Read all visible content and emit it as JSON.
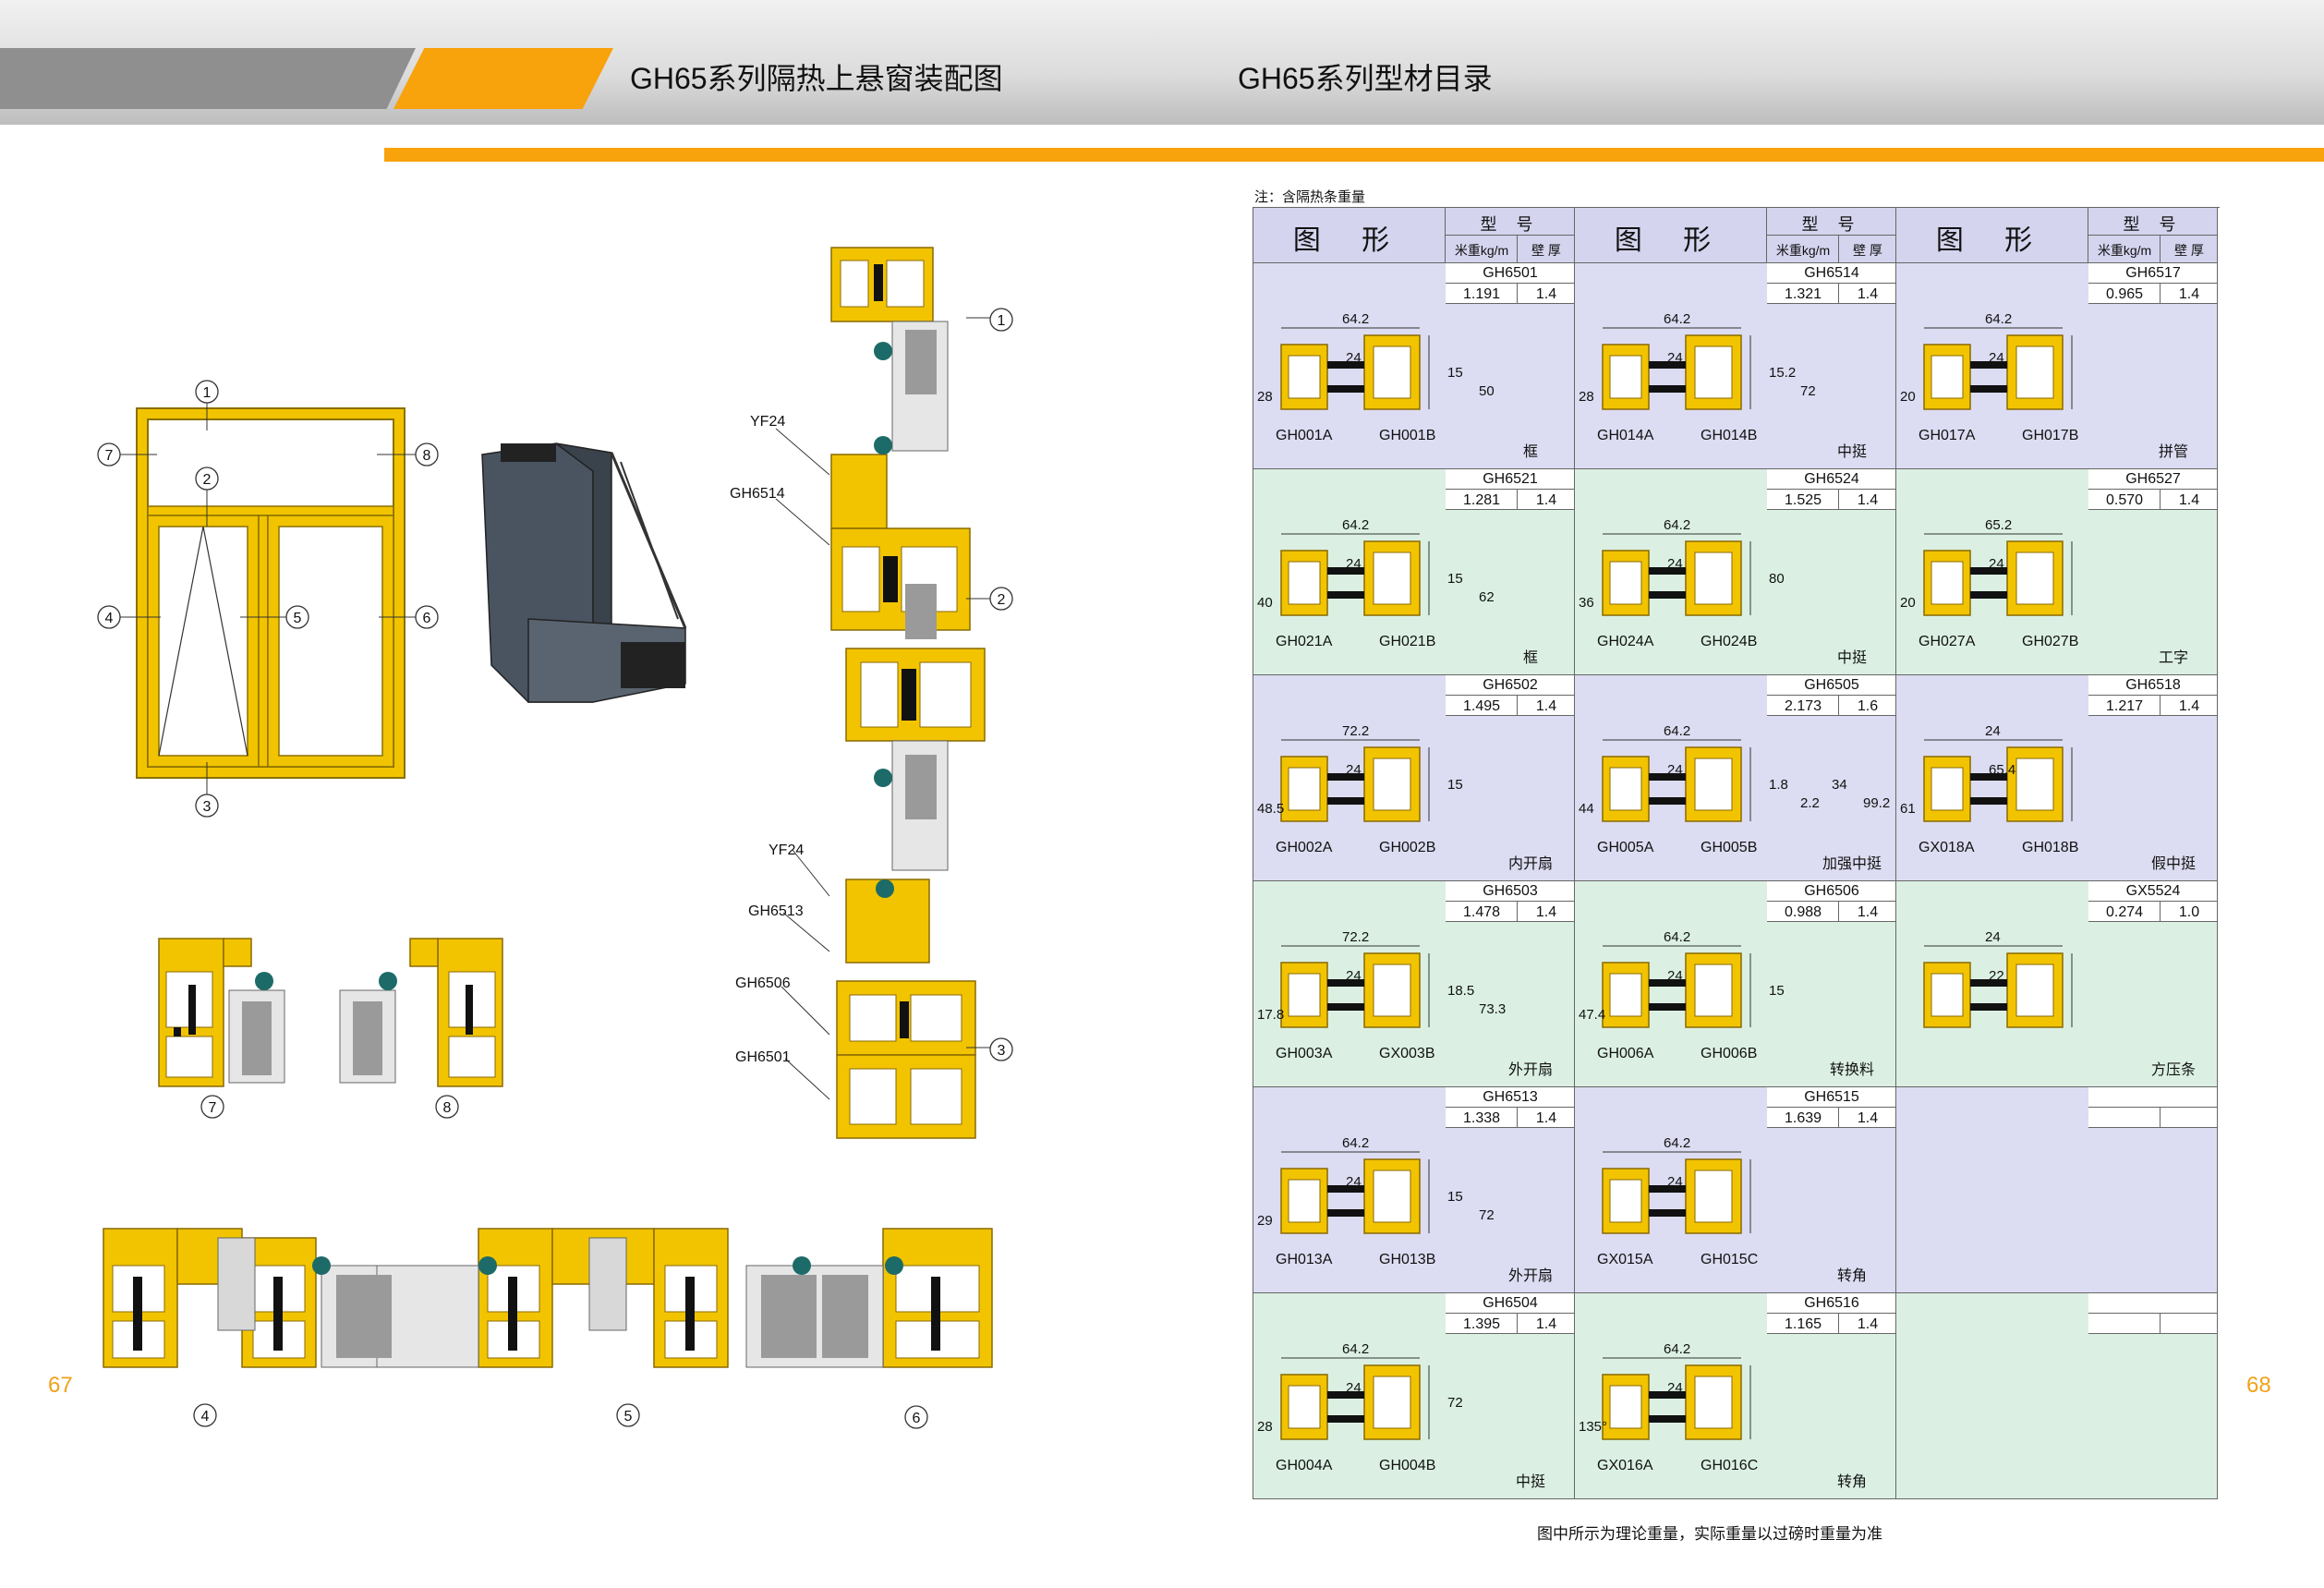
{
  "header": {
    "title_left": "GH65系列隔热上悬窗装配图",
    "title_right": "GH65系列型材目录"
  },
  "pages": {
    "left": "67",
    "right": "68"
  },
  "elevation": {
    "markers": [
      "1",
      "2",
      "3",
      "4",
      "5",
      "6",
      "7",
      "8"
    ]
  },
  "section_labels": {
    "yf24_top": "YF24",
    "gh6514": "GH6514",
    "yf24_mid": "YF24",
    "gh6513": "GH6513",
    "gh6506": "GH6506",
    "gh6501": "GH6501"
  },
  "catalog": {
    "note": "注：含隔热条重量",
    "col_header": {
      "figure": "图 形",
      "model": "型 号",
      "weight": "米重kg/m",
      "wall": "壁 厚"
    },
    "rows": [
      [
        {
          "model": "GH6501",
          "weight": "1.191",
          "wall": "1.4",
          "name": "框",
          "parts": [
            "GH001A",
            "GH001B"
          ],
          "dims": [
            "64.2",
            "24",
            "28",
            "15",
            "50"
          ]
        },
        {
          "model": "GH6514",
          "weight": "1.321",
          "wall": "1.4",
          "name": "中挺",
          "parts": [
            "GH014A",
            "GH014B"
          ],
          "dims": [
            "64.2",
            "24",
            "28",
            "15.2",
            "72"
          ]
        },
        {
          "model": "GH6517",
          "weight": "0.965",
          "wall": "1.4",
          "name": "拼管",
          "parts": [
            "GH017A",
            "GH017B"
          ],
          "dims": [
            "64.2",
            "24",
            "20"
          ]
        }
      ],
      [
        {
          "model": "GH6521",
          "weight": "1.281",
          "wall": "1.4",
          "name": "框",
          "parts": [
            "GH021A",
            "GH021B"
          ],
          "dims": [
            "64.2",
            "24",
            "40",
            "15",
            "62"
          ]
        },
        {
          "model": "GH6524",
          "weight": "1.525",
          "wall": "1.4",
          "name": "中挺",
          "parts": [
            "GH024A",
            "GH024B"
          ],
          "dims": [
            "64.2",
            "24",
            "36",
            "80"
          ]
        },
        {
          "model": "GH6527",
          "weight": "0.570",
          "wall": "1.4",
          "name": "工字",
          "parts": [
            "GH027A",
            "GH027B"
          ],
          "dims": [
            "65.2",
            "24",
            "20"
          ]
        }
      ],
      [
        {
          "model": "GH6502",
          "weight": "1.495",
          "wall": "1.4",
          "name": "内开扇",
          "parts": [
            "GH002A",
            "GH002B"
          ],
          "dims": [
            "72.2",
            "24",
            "48.5",
            "15"
          ]
        },
        {
          "model": "GH6505",
          "weight": "2.173",
          "wall": "1.6",
          "name": "加强中挺",
          "parts": [
            "GH005A",
            "GH005B"
          ],
          "dims": [
            "64.2",
            "24",
            "44",
            "1.8",
            "2.2",
            "34",
            "99.2"
          ]
        },
        {
          "model": "GH6518",
          "weight": "1.217",
          "wall": "1.4",
          "name": "假中挺",
          "parts": [
            "GX018A",
            "GH018B"
          ],
          "dims": [
            "24",
            "65.4",
            "61"
          ]
        }
      ],
      [
        {
          "model": "GH6503",
          "weight": "1.478",
          "wall": "1.4",
          "name": "外开扇",
          "parts": [
            "GH003A",
            "GX003B"
          ],
          "dims": [
            "72.2",
            "24",
            "17.8",
            "18.5",
            "73.3"
          ]
        },
        {
          "model": "GH6506",
          "weight": "0.988",
          "wall": "1.4",
          "name": "转换料",
          "parts": [
            "GH006A",
            "GH006B"
          ],
          "dims": [
            "64.2",
            "24",
            "47.4",
            "15"
          ]
        },
        {
          "model": "GX5524",
          "weight": "0.274",
          "wall": "1.0",
          "name": "方压条",
          "parts": [],
          "dims": [
            "24",
            "22"
          ]
        }
      ],
      [
        {
          "model": "GH6513",
          "weight": "1.338",
          "wall": "1.4",
          "name": "外开扇",
          "parts": [
            "GH013A",
            "GH013B"
          ],
          "dims": [
            "64.2",
            "24",
            "29",
            "15",
            "72"
          ]
        },
        {
          "model": "GH6515",
          "weight": "1.639",
          "wall": "1.4",
          "name": "转角",
          "parts": [
            "GX015A",
            "GH015C"
          ],
          "dims": [
            "64.2",
            "24"
          ]
        },
        {
          "model": "",
          "weight": "",
          "wall": "",
          "name": "",
          "parts": [],
          "dims": []
        }
      ],
      [
        {
          "model": "GH6504",
          "weight": "1.395",
          "wall": "1.4",
          "name": "中挺",
          "parts": [
            "GH004A",
            "GH004B"
          ],
          "dims": [
            "64.2",
            "24",
            "28",
            "72"
          ]
        },
        {
          "model": "GH6516",
          "weight": "1.165",
          "wall": "1.4",
          "name": "转角",
          "parts": [
            "GX016A",
            "GH016C"
          ],
          "dims": [
            "64.2",
            "24",
            "135°"
          ]
        },
        {
          "model": "",
          "weight": "",
          "wall": "",
          "name": "",
          "parts": [],
          "dims": []
        }
      ]
    ],
    "footer": "图中所示为理论重量，实际重量以过磅时重量为准"
  },
  "colors": {
    "accent": "#f8a20c",
    "frame": "#f2c400",
    "row_lavender": "#dcdcf2",
    "row_mint": "#dbf0e3",
    "profile": "#4a5460"
  }
}
